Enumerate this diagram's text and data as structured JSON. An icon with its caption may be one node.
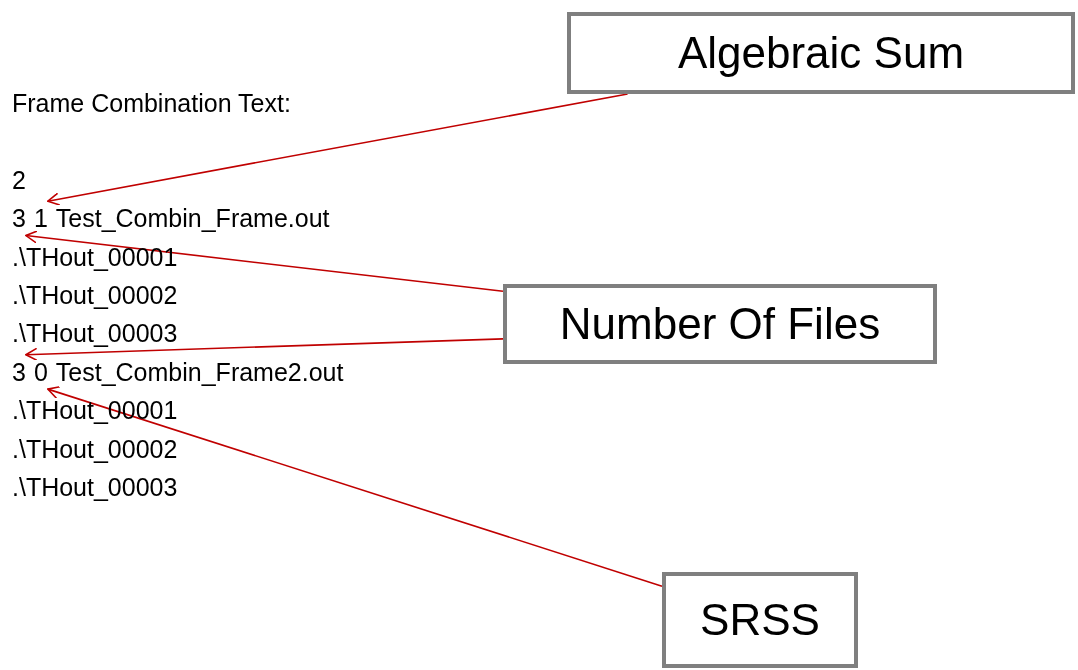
{
  "diagram": {
    "nodes": [
      {
        "text": [
          "Algebraic Sum"
        ]
      },
      {
        "text": [
          "3"
        ]
      },
      {
        "text": [
          "1"
        ]
      },
      {
        "text": [
          "Number Of Files"
        ]
      },
      {
        "text": [
          "3"
        ]
      },
      {
        "text": [
          "0"
        ]
      },
      {
        "text": [
          "SRSS"
        ]
      }
    ],
    "edges": [
      {
        "from": 0,
        "to": 2,
        "arrow": "to"
      },
      {
        "from": 3,
        "to": 1,
        "arrow": "to"
      },
      {
        "from": 3,
        "to": 4,
        "arrow": "to"
      },
      {
        "from": 6,
        "to": 5,
        "arrow": "to"
      }
    ],
    "labels": [
      "Frame Combination Text:",
      "2",
      "Test_Combin_Frame.out",
      ".\\THout_00001",
      ".\\THout_00002",
      ".\\THout_00003",
      "Test_Combin_Frame2.out",
      ".\\THout_00001",
      ".\\THout_00002",
      ".\\THout_00003"
    ]
  }
}
